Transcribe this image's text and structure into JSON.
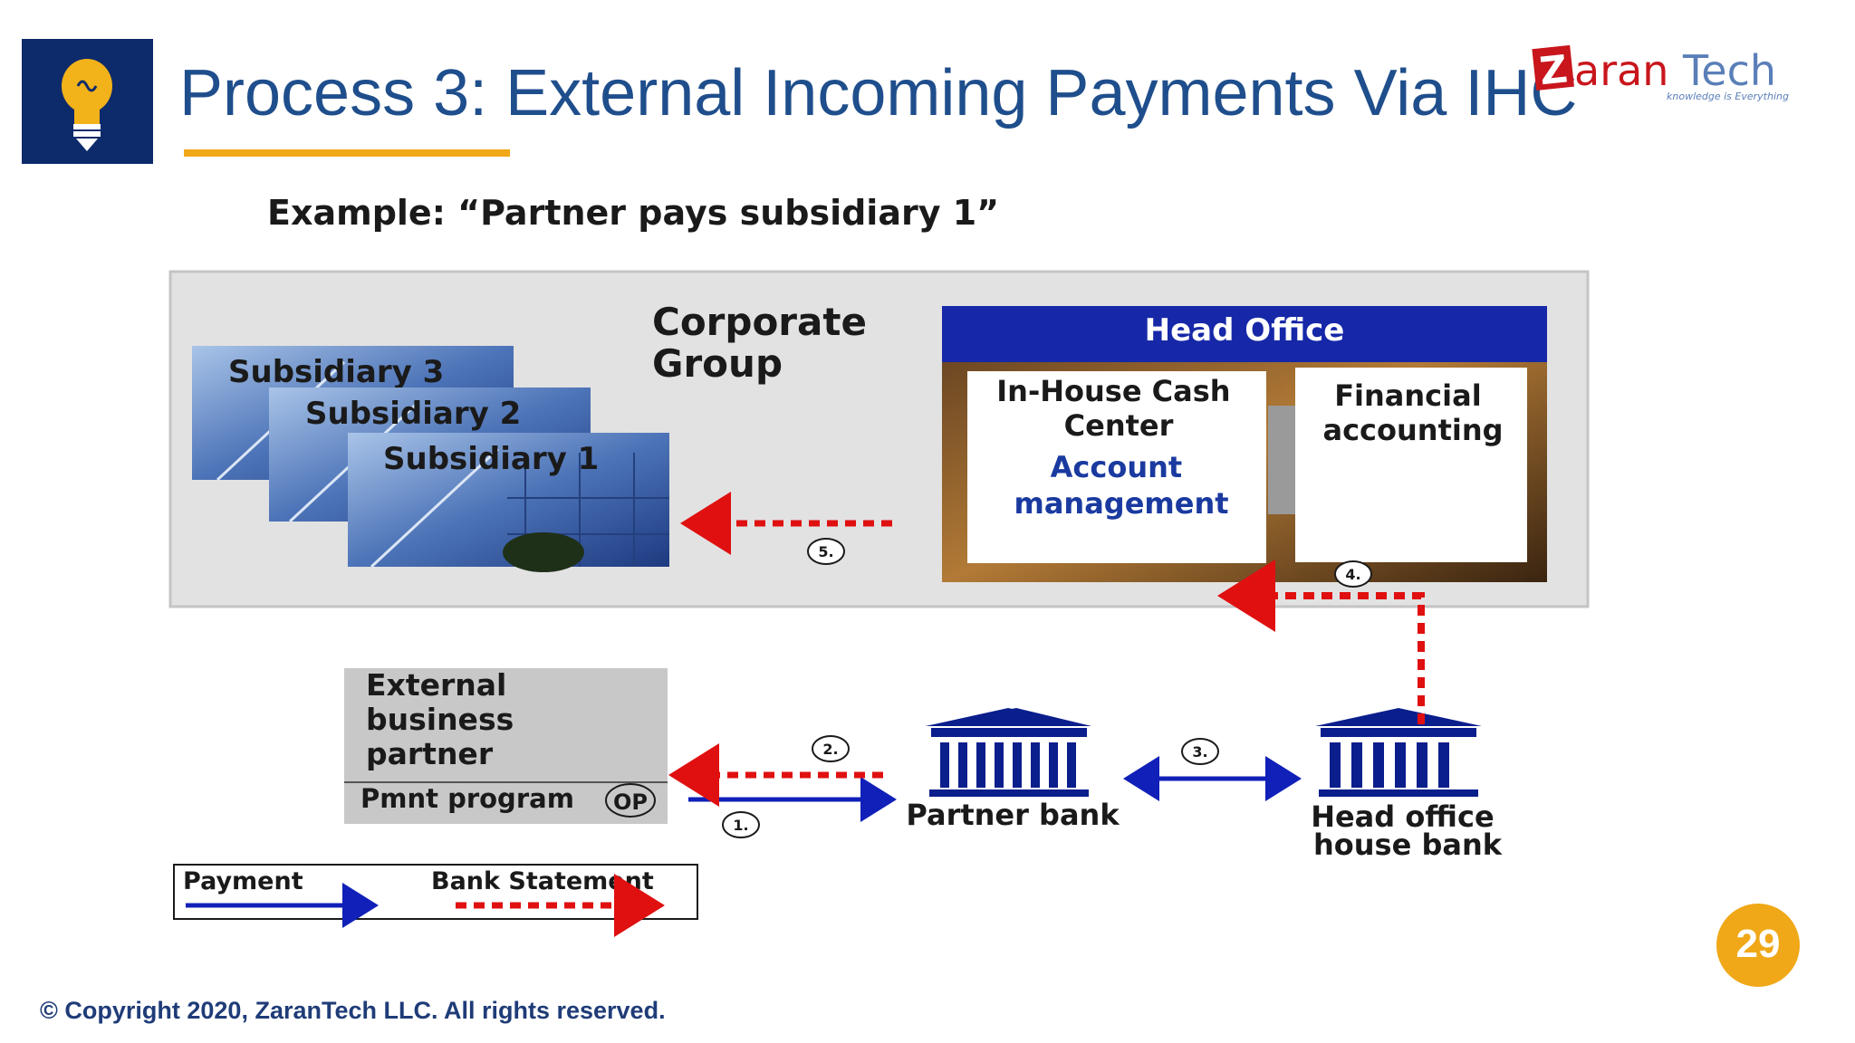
{
  "slide": {
    "title": "Process 3: External Incoming Payments Via IHC",
    "page_number": "29",
    "copyright": "© Copyright 2020, ZaranTech LLC. All rights reserved."
  },
  "logo": {
    "text": "ZaranTech",
    "tagline": "knowledge is Everything"
  },
  "diagram": {
    "example": "Example: “Partner pays subsidiary 1”",
    "corporate_group": [
      "Corporate",
      "Group"
    ],
    "subsidiaries": [
      "Subsidiary 3",
      "Subsidiary 2",
      "Subsidiary 1"
    ],
    "head_office": "Head Office",
    "ihc_lines": [
      "In-House Cash",
      "Center"
    ],
    "account_mgmt_lines": [
      "Account",
      "management"
    ],
    "fin_acct_lines": [
      "Financial",
      "accounting"
    ],
    "partner_lines": [
      "External",
      "business",
      "partner"
    ],
    "pmnt_program": "Pmnt program",
    "op": "OP",
    "partner_bank": "Partner bank",
    "house_bank_lines": [
      "Head office",
      "house bank"
    ],
    "steps": [
      "1.",
      "2.",
      "3.",
      "4.",
      "5."
    ],
    "legend_payment": "Payment",
    "legend_statement": "Bank Statement"
  },
  "colors": {
    "title": "#1f4e8c",
    "accent": "#f0a818",
    "payment_arrow": "#1020b8",
    "statement_arrow": "#e01010",
    "bank_icon": "#0a1e8c"
  }
}
